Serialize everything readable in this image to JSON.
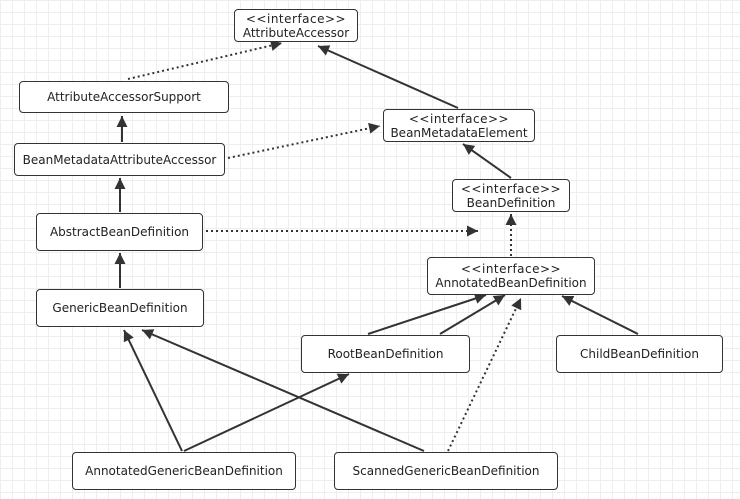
{
  "diagram": {
    "nodes": [
      {
        "id": "attribute-accessor",
        "stereotype": "<<interface>>",
        "name": "AttributeAccessor"
      },
      {
        "id": "attribute-accessor-support",
        "stereotype": "",
        "name": "AttributeAccessorSupport"
      },
      {
        "id": "bean-metadata-element",
        "stereotype": "<<interface>>",
        "name": "BeanMetadataElement"
      },
      {
        "id": "bean-metadata-attribute-accessor",
        "stereotype": "",
        "name": "BeanMetadataAttributeAccessor"
      },
      {
        "id": "bean-definition",
        "stereotype": "<<interface>>",
        "name": "BeanDefinition"
      },
      {
        "id": "abstract-bean-definition",
        "stereotype": "",
        "name": "AbstractBeanDefinition"
      },
      {
        "id": "annotated-bean-definition",
        "stereotype": "<<interface>>",
        "name": "AnnotatedBeanDefinition"
      },
      {
        "id": "generic-bean-definition",
        "stereotype": "",
        "name": "GenericBeanDefinition"
      },
      {
        "id": "root-bean-definition",
        "stereotype": "",
        "name": "RootBeanDefinition"
      },
      {
        "id": "child-bean-definition",
        "stereotype": "",
        "name": "ChildBeanDefinition"
      },
      {
        "id": "annotated-generic-bean-definition",
        "stereotype": "",
        "name": "AnnotatedGenericBeanDefinition"
      },
      {
        "id": "scanned-generic-bean-definition",
        "stereotype": "",
        "name": "ScannedGenericBeanDefinition"
      }
    ],
    "edges": [
      {
        "from": "attribute-accessor-support",
        "to": "attribute-accessor",
        "style": "dotted"
      },
      {
        "from": "bean-metadata-element",
        "to": "attribute-accessor",
        "style": "solid"
      },
      {
        "from": "bean-metadata-attribute-accessor",
        "to": "attribute-accessor-support",
        "style": "solid"
      },
      {
        "from": "bean-metadata-attribute-accessor",
        "to": "bean-metadata-element",
        "style": "dotted"
      },
      {
        "from": "bean-definition",
        "to": "bean-metadata-element",
        "style": "solid"
      },
      {
        "from": "abstract-bean-definition",
        "to": "bean-metadata-attribute-accessor",
        "style": "solid"
      },
      {
        "from": "abstract-bean-definition",
        "to": "bean-definition",
        "style": "dotted"
      },
      {
        "from": "annotated-bean-definition",
        "to": "bean-definition",
        "style": "dotted"
      },
      {
        "from": "generic-bean-definition",
        "to": "abstract-bean-definition",
        "style": "solid"
      },
      {
        "from": "root-bean-definition",
        "to": "annotated-bean-definition",
        "style": "solid"
      },
      {
        "from": "root-bean-definition",
        "to": "annotated-bean-definition",
        "style": "solid"
      },
      {
        "from": "child-bean-definition",
        "to": "annotated-bean-definition",
        "style": "solid"
      },
      {
        "from": "annotated-generic-bean-definition",
        "to": "generic-bean-definition",
        "style": "solid"
      },
      {
        "from": "annotated-generic-bean-definition",
        "to": "annotated-bean-definition",
        "style": "solid"
      },
      {
        "from": "scanned-generic-bean-definition",
        "to": "generic-bean-definition",
        "style": "solid"
      },
      {
        "from": "scanned-generic-bean-definition",
        "to": "annotated-bean-definition",
        "style": "dotted"
      }
    ],
    "colors": {
      "line": "#333333",
      "grid": "#eeeeee",
      "box_fill": "#ffffff"
    }
  }
}
